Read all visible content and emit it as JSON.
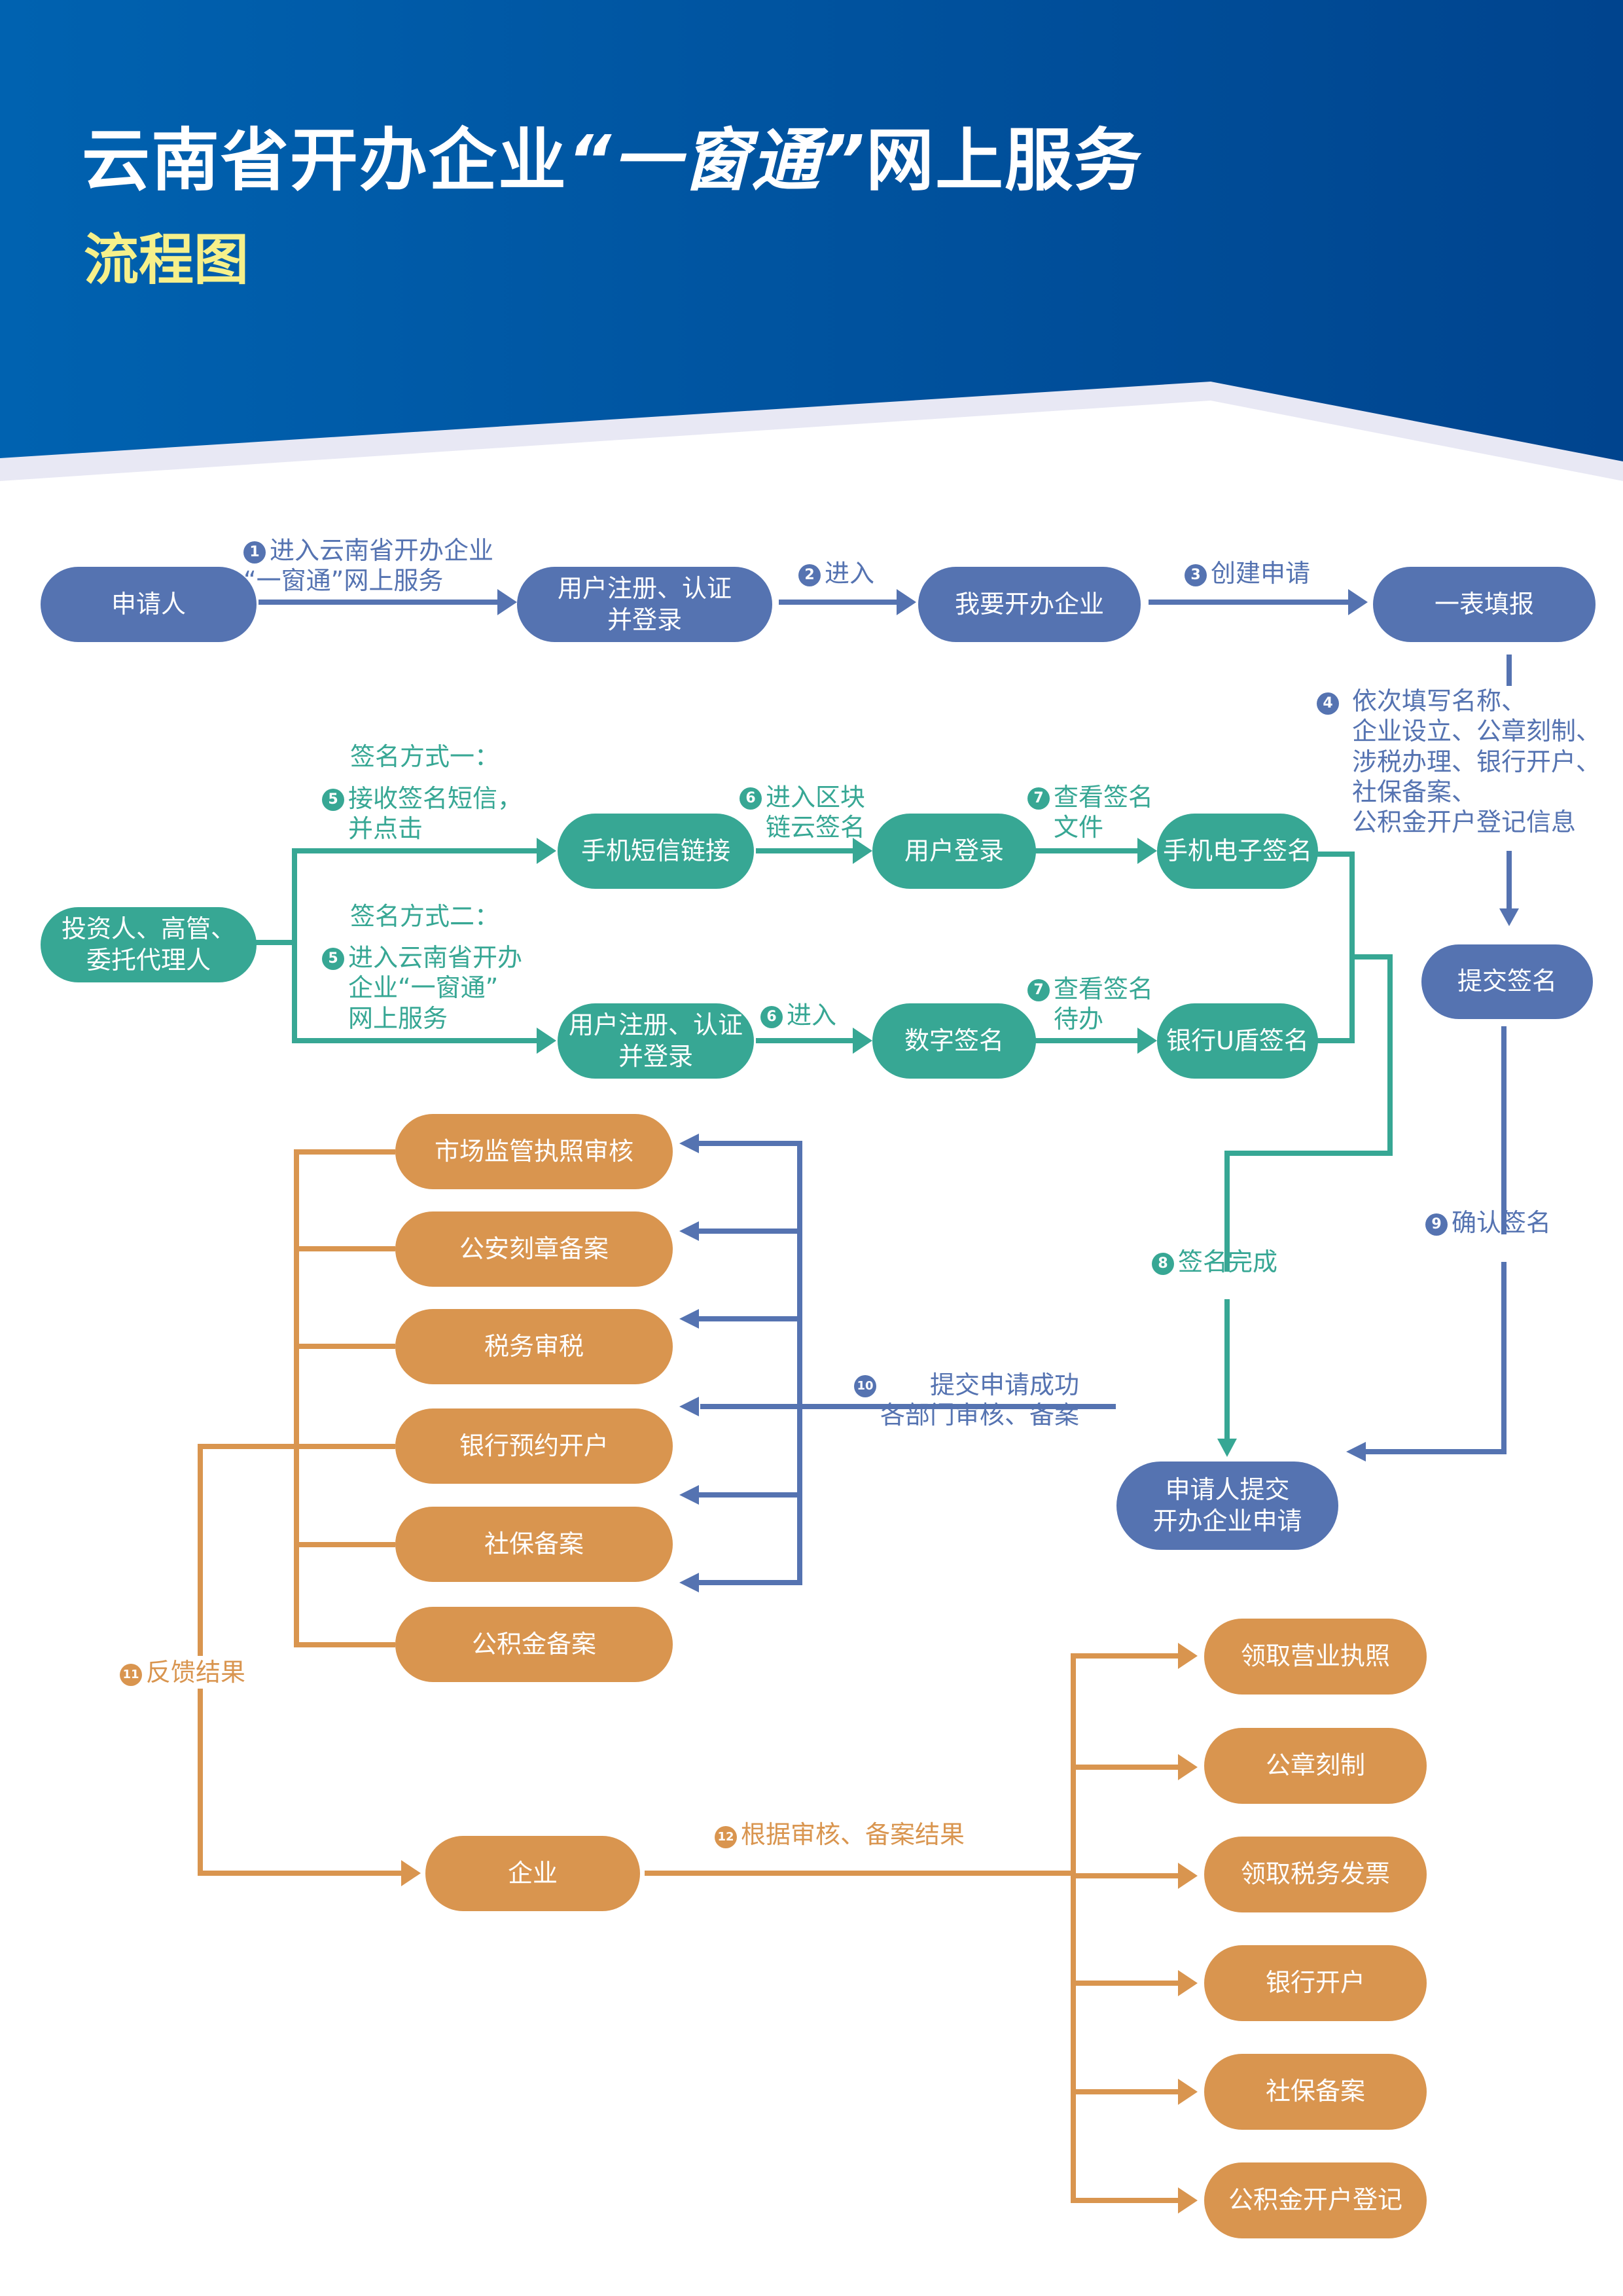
{
  "header": {
    "title_part1": "云南省开办企业",
    "title_quote": "“一窗通”",
    "title_part2": "网上服务",
    "subtitle": "流程图"
  },
  "colors": {
    "header_blue": "#0058a8",
    "header_blue_dark": "#00468f",
    "header_band": "#e8e8f4",
    "title_yellow": "#f6f08a",
    "flow_blue": "#5573b1",
    "flow_green": "#37a794",
    "flow_orange": "#d9954f"
  },
  "nodes": {
    "applicant": "申请人",
    "register_login": "用户注册、认证\n并登录",
    "start_business": "我要开办企业",
    "one_form": "一表填报",
    "investors": "投资人、高管、\n委托代理人",
    "sms_link": "手机短信链接",
    "user_login": "用户登录",
    "mobile_esign": "手机电子签名",
    "register_login_2": "用户注册、认证\n并登录",
    "digital_sign": "数字签名",
    "bank_ukey_sign": "银行U盾签名",
    "submit_sign": "提交签名",
    "submit_application": "申请人提交\n开办企业申请",
    "dept_market": "市场监管执照审核",
    "dept_police": "公安刻章备案",
    "dept_tax": "税务审税",
    "dept_bank": "银行预约开户",
    "dept_social": "社保备案",
    "dept_fund": "公积金备案",
    "enterprise": "企业",
    "out_license": "领取营业执照",
    "out_seal": "公章刻制",
    "out_invoice": "领取税务发票",
    "out_bank": "银行开户",
    "out_social": "社保备案",
    "out_fund": "公积金开户登记"
  },
  "steps": {
    "s1": {
      "num": "1",
      "text": "进入云南省开办企业\n “一窗通”网上服务"
    },
    "s2": {
      "num": "2",
      "text": "进入"
    },
    "s3": {
      "num": "3",
      "text": "创建申请"
    },
    "s4": {
      "num": "4",
      "text": "依次填写名称、\n企业设立、公章刻制、\n涉税办理、银行开户、\n社保备案、\n公积金开户登记信息"
    },
    "way1_title": "签名方式一：",
    "s5a": {
      "num": "5",
      "text": "接收签名短信，\n并点击"
    },
    "way2_title": "签名方式二：",
    "s5b": {
      "num": "5",
      "text": "进入云南省开办\n企业“一窗通”\n网上服务"
    },
    "s6a": {
      "num": "6",
      "text": "进入区块\n链云签名"
    },
    "s6b": {
      "num": "6",
      "text": "进入"
    },
    "s7a": {
      "num": "7",
      "text": "查看签名\n文件"
    },
    "s7b": {
      "num": "7",
      "text": "查看签名\n待办"
    },
    "s8": {
      "num": "8",
      "text": "签名完成"
    },
    "s9": {
      "num": "9",
      "text": "确认签名"
    },
    "s10": {
      "num": "10",
      "text": "提交申请成功\n各部门审核、备案"
    },
    "s11": {
      "num": "11",
      "text": "反馈结果"
    },
    "s12": {
      "num": "12",
      "text": "根据审核、备案结果"
    }
  }
}
